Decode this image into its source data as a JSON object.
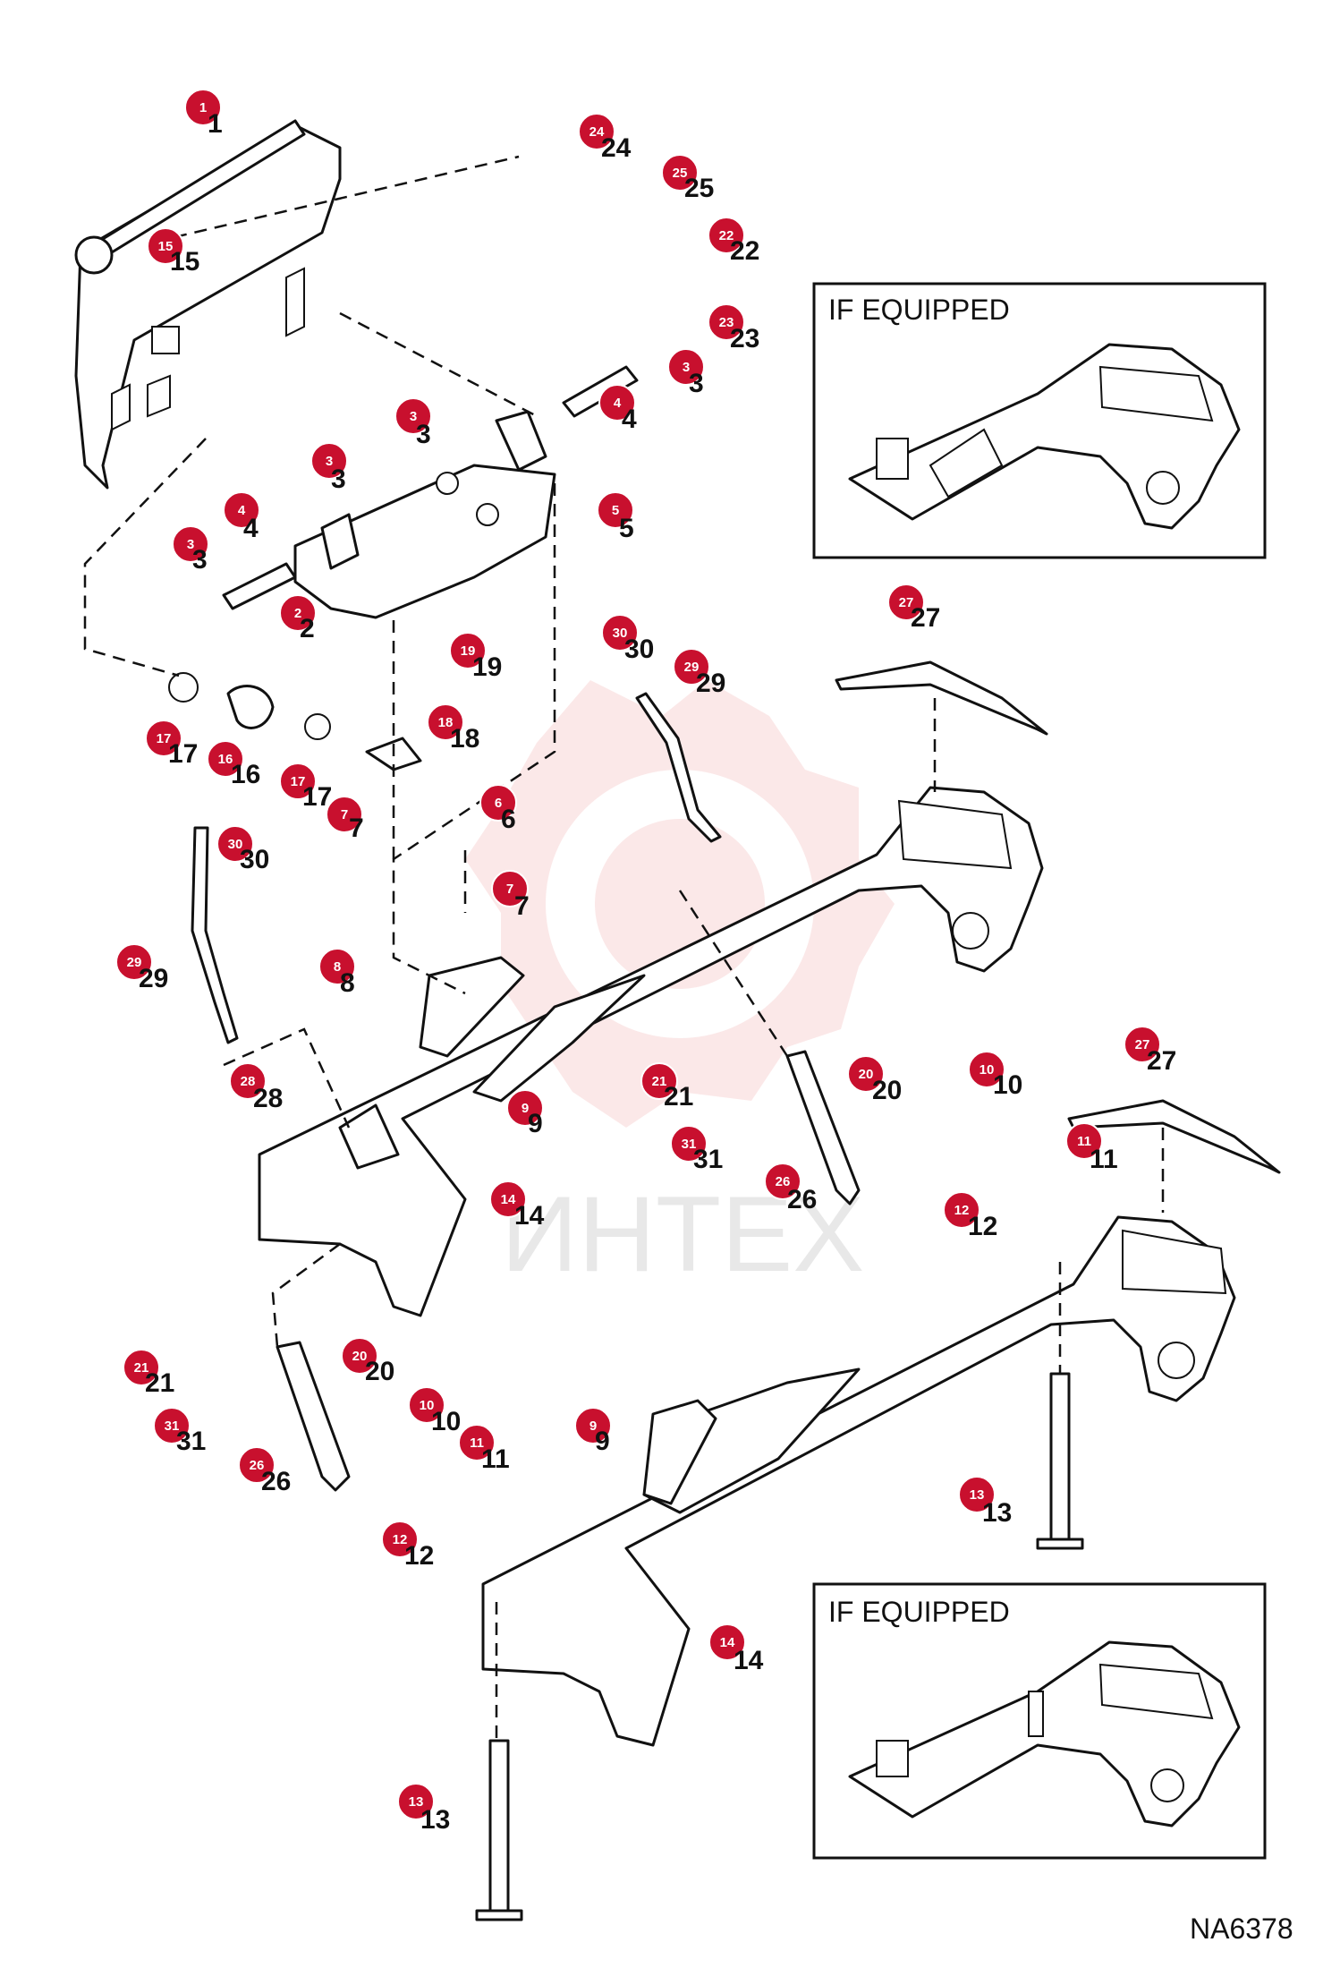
{
  "reference_code": "NA6378",
  "inset_title": "IF EQUIPPED",
  "watermark": "ИНТЕХ",
  "colors": {
    "badge": "#c8102e",
    "line": "#111111",
    "watermark": "#f7c8c8"
  },
  "callouts": [
    "1",
    "2",
    "3",
    "4",
    "5",
    "6",
    "7",
    "8",
    "9",
    "10",
    "11",
    "12",
    "13",
    "14",
    "15",
    "16",
    "17",
    "18",
    "19",
    "20",
    "21",
    "22",
    "23",
    "24",
    "25",
    "26",
    "27",
    "28",
    "29",
    "30",
    "31"
  ]
}
